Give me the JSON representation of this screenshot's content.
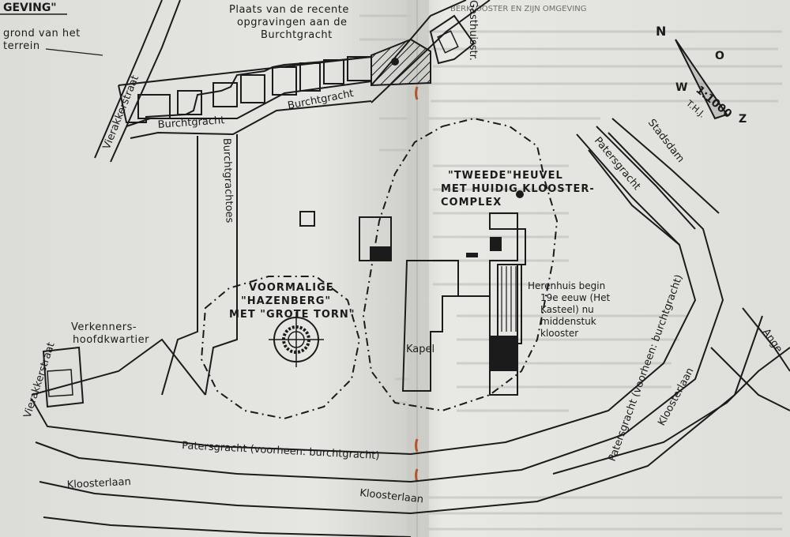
{
  "header": {
    "section_fragment": "GEVING\"",
    "right_fragment": "BERKLOOSTER EN ZIJN OMGEVING"
  },
  "labels": {
    "grond_line1": "grond van het",
    "grond_line2": "terrein",
    "opgravingen_line1": "Plaats van de recente",
    "opgravingen_line2": "opgravingen aan de",
    "opgravingen_line3": "Burchtgracht",
    "tweede_heuvel_line1": "\"TWEEDE\"HEUVEL",
    "tweede_heuvel_line2": "MET HUIDIG KLOOSTER-",
    "tweede_heuvel_line3": "COMPLEX",
    "hazenberg_line1": "VOORMALIGE",
    "hazenberg_line2": "\"HAZENBERG\"",
    "hazenberg_line3": "MET \"GROTE TORN\"",
    "herenhuis_line1": "Herenhuis begin",
    "herenhuis_line2": "19e eeuw (Het",
    "herenhuis_line3": "Kasteel) nu",
    "herenhuis_line4": "middenstuk",
    "herenhuis_line5": "klooster",
    "kapel": "Kapel",
    "verkenners_line1": "Verkenners-",
    "verkenners_line2": "hoofdkwartier"
  },
  "streets": {
    "vierakkerstraat_top": "Vierakkerstraat",
    "vierakkerstraat_bottom": "Vierakkerstraat",
    "burchtgracht_1": "Burchtgracht",
    "burchtgracht_2": "Burchtgracht",
    "burchtgrachtoes": "Burchtgrachtoes",
    "gasthuisstraat": "Gasthuisstr.",
    "patersgracht_bottom": "Patersgracht (voorheen: burchtgracht)",
    "kloosterlaan_bottom_left": "Kloosterlaan",
    "kloosterlaan_bottom_mid": "Kloosterlaan",
    "patersgracht_right_diag": "Patersgracht (voorheen: burchtgracht)",
    "kloosterlaan_right_diag": "Kloosterlaan",
    "patersgracht_upper": "Patersgracht",
    "stadsdam": "Stadsdam",
    "ange_fragment": "Ange"
  },
  "compass": {
    "n": "N",
    "o": "O",
    "z": "Z",
    "w": "W",
    "scale": "1:1000",
    "note": "T.H.J."
  },
  "colors": {
    "ink": "#1b1b1b",
    "paper": "#e4e4e0",
    "fold_shadow": "#c9c9c5",
    "staple": "#b4552e"
  }
}
